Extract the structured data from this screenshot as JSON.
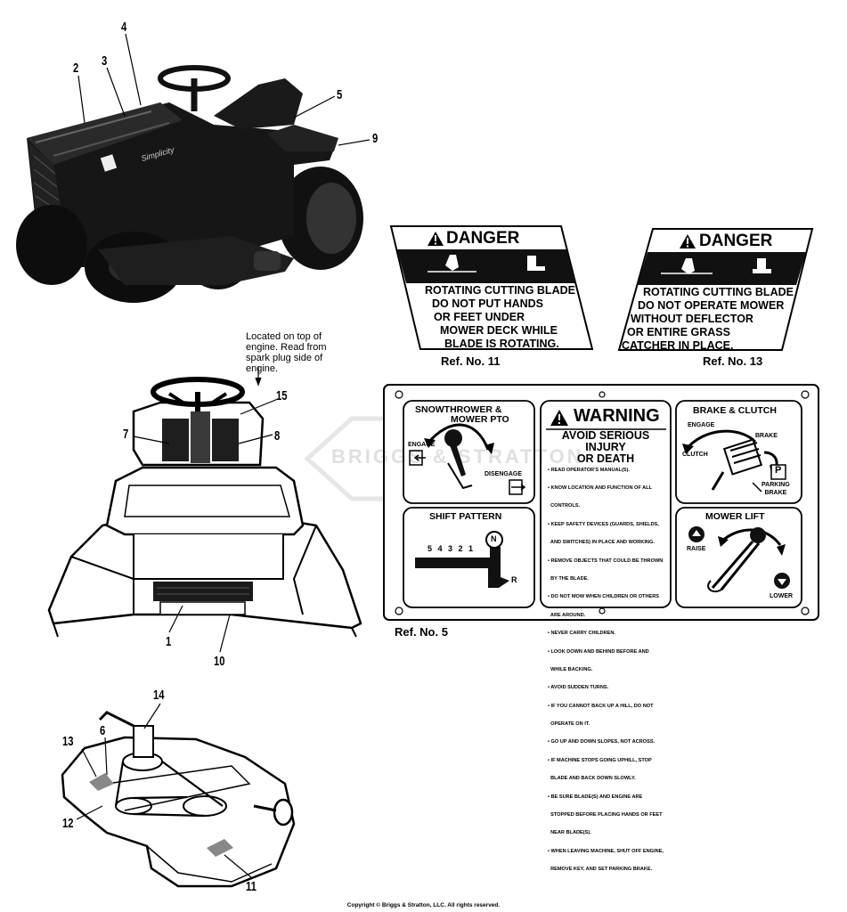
{
  "callouts": {
    "c1": "1",
    "c2": "2",
    "c3": "3",
    "c4": "4",
    "c5": "5",
    "c6": "6",
    "c7": "7",
    "c8": "8",
    "c9": "9",
    "c10": "10",
    "c11": "11",
    "c12": "12",
    "c13": "13",
    "c14": "14",
    "c15": "15"
  },
  "engine_note": [
    "Located on top of",
    "engine. Read from",
    "spark plug side of",
    "engine."
  ],
  "tractor_logo": "Simplicity",
  "danger11": {
    "header": "DANGER",
    "lines": [
      "ROTATING CUTTING BLADE",
      "DO NOT PUT HANDS",
      "OR FEET UNDER",
      "MOWER DECK WHILE",
      "BLADE IS ROTATING."
    ],
    "ref": "Ref. No. 11"
  },
  "danger13": {
    "header": "DANGER",
    "lines": [
      "ROTATING CUTTING BLADE",
      "DO NOT OPERATE MOWER",
      "WITHOUT DEFLECTOR",
      "OR ENTIRE GRASS",
      "CATCHER IN PLACE."
    ],
    "ref": "Ref. No. 13"
  },
  "decal5": {
    "ref": "Ref. No. 5",
    "snow": {
      "title1": "SNOWTHROWER &",
      "title2": "MOWER PTO",
      "engage": "ENGAGE",
      "disengage": "DISENGAGE"
    },
    "shift": {
      "title": "SHIFT PATTERN",
      "gears": "5 4 3 2 1",
      "n": "N",
      "r": "R"
    },
    "warning": {
      "header": "WARNING",
      "sub1": "AVOID SERIOUS INJURY",
      "sub2": "OR DEATH",
      "items": [
        "• READ OPERATOR'S MANUAL(S).",
        "• KNOW LOCATION AND FUNCTION OF ALL",
        "  CONTROLS.",
        "• KEEP SAFETY DEVICES (GUARDS, SHIELDS,",
        "  AND SWITCHES) IN PLACE AND WORKING.",
        "• REMOVE OBJECTS THAT COULD BE THROWN",
        "  BY THE BLADE.",
        "• DO NOT MOW WHEN CHILDREN OR OTHERS",
        "  ARE AROUND.",
        "• NEVER CARRY CHILDREN.",
        "• LOOK DOWN AND BEHIND BEFORE AND",
        "  WHILE BACKING.",
        "• AVOID SUDDEN TURNS.",
        "• IF YOU CANNOT BACK UP A HILL, DO NOT",
        "  OPERATE ON IT.",
        "• GO UP AND DOWN SLOPES, NOT ACROSS.",
        "• IF MACHINE STOPS GOING UPHILL, STOP",
        "  BLADE AND BACK DOWN SLOWLY.",
        "• BE SURE BLADE(S) AND ENGINE ARE",
        "  STOPPED BEFORE PLACING HANDS OR FEET",
        "  NEAR BLADE(S).",
        "• WHEN LEAVING MACHINE, SHUT OFF ENGINE,",
        "  REMOVE KEY, AND SET PARKING BRAKE."
      ]
    },
    "brake": {
      "title": "BRAKE & CLUTCH",
      "engage": "ENGAGE",
      "brake": "BRAKE",
      "clutch": "CLUTCH",
      "p": "P",
      "parking": "PARKING",
      "brake2": "BRAKE"
    },
    "lift": {
      "title": "MOWER LIFT",
      "raise": "RAISE",
      "lower": "LOWER"
    }
  },
  "watermark": "BRIGGS & STRATTON",
  "copyright": "Copyright © Briggs & Stratton, LLC. All rights reserved."
}
